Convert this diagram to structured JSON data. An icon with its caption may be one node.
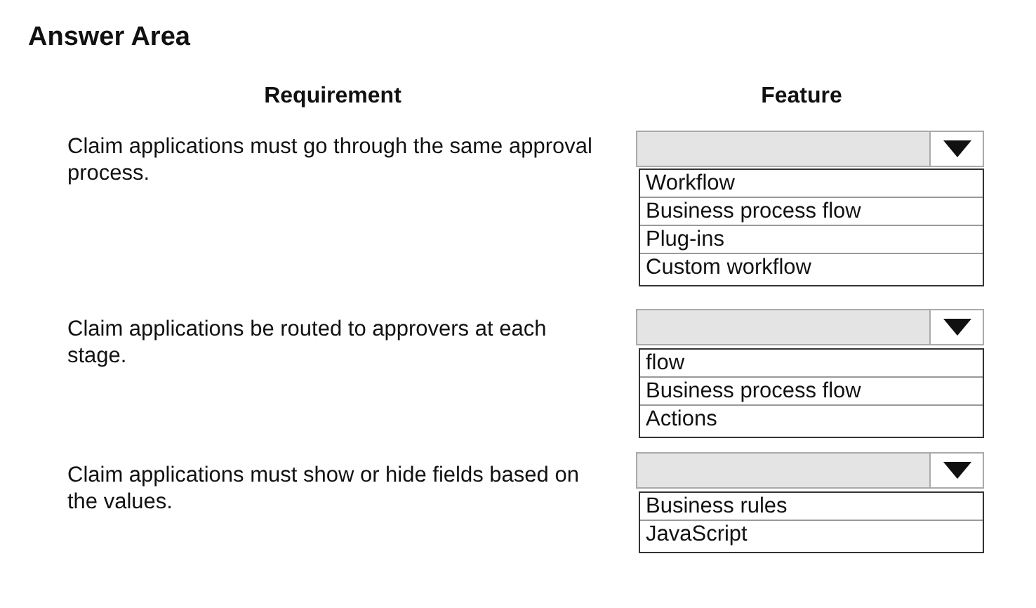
{
  "diagram": {
    "title": "Answer Area",
    "labels": [
      "Requirement",
      "Feature",
      "Claim applications must go through the same approval process.",
      "Claim applications be routed to approvers at each stage.",
      "Claim applications must show or hide fields based on the values."
    ],
    "nodes": [
      {
        "text": [],
        "shape": "box"
      },
      {
        "text": [
          "Workflow",
          "Business process flow",
          "Plug-ins",
          "Custom workflow"
        ]
      },
      {
        "text": [],
        "shape": "box"
      },
      {
        "text": [
          "flow",
          "Business process flow",
          "Actions"
        ]
      },
      {
        "text": [],
        "shape": "box"
      },
      {
        "text": [
          "Business rules",
          "JavaScript"
        ]
      }
    ]
  }
}
